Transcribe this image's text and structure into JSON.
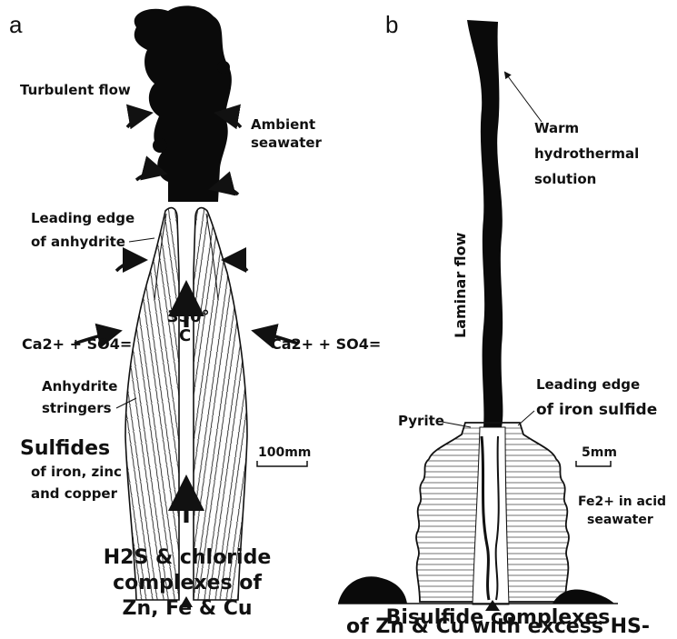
{
  "panel_a": {
    "letter": "a",
    "labels": {
      "turbulent_flow": "Turbulent flow",
      "ambient_1": "Ambient",
      "ambient_2": "seawater",
      "leading_1": "Leading edge",
      "leading_2": "of anhydrite",
      "ion_left": "Ca2+ + SO4=",
      "ion_right": "Ca2+ + SO4=",
      "temp_1": "350°",
      "temp_2": "C",
      "anhydrite_1": "Anhydrite",
      "anhydrite_2": "stringers",
      "sulfides_1": "Sulfides",
      "sulfides_2": "of iron, zinc",
      "sulfides_3": "and copper",
      "scale": "100mm"
    },
    "caption": [
      "H2S & chloride",
      "complexes of",
      "Zn, Fe & Cu"
    ]
  },
  "panel_b": {
    "letter": "b",
    "labels": {
      "warm_1": "Warm",
      "warm_2": "hydrothermal",
      "warm_3": "solution",
      "laminar": "Laminar flow",
      "leading_1": "Leading edge",
      "leading_2": "of iron sulfide",
      "pyrite": "Pyrite",
      "scale": "5mm",
      "fe_1": "Fe2+ in acid",
      "fe_2": "seawater"
    },
    "caption": [
      "Bisulfide complexes",
      "of Zn & Cu with excess HS-"
    ]
  }
}
